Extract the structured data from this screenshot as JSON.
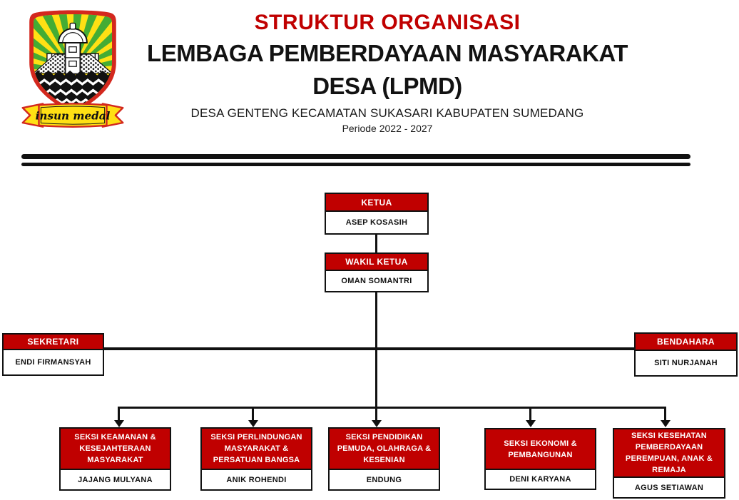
{
  "colors": {
    "accent_red": "#c00000",
    "logo_border_red": "#d3281e",
    "logo_yellow": "#ffe014",
    "logo_green": "#44ac34",
    "line_black": "#111111"
  },
  "logo": {
    "name": "sumedang-coat-of-arms",
    "banner_text": "insun medal"
  },
  "header": {
    "title": "STRUKTUR ORGANISASI",
    "org_line1": "LEMBAGA PEMBERDAYAAN MASYARAKAT",
    "org_line2": "DESA (LPMD)",
    "subtitle": "DESA GENTENG KECAMATAN SUKASARI KABUPATEN SUMEDANG",
    "period": "Periode 2022 - 2027"
  },
  "org": {
    "ketua": {
      "title": "KETUA",
      "name": "ASEP KOSASIH"
    },
    "wakil_ketua": {
      "title": "WAKIL KETUA",
      "name": "OMAN SOMANTRI"
    },
    "sekretari": {
      "title": "SEKRETARI",
      "name": "ENDI FIRMANSYAH"
    },
    "bendahara": {
      "title": "BENDAHARA",
      "name": "SITI NURJANAH"
    },
    "seksi": [
      {
        "title": "SEKSI KEAMANAN & KESEJAHTERAAN MASYARAKAT",
        "name": "JAJANG MULYANA"
      },
      {
        "title": "SEKSI PERLINDUNGAN MASYARAKAT & PERSATUAN BANGSA",
        "name": "ANIK ROHENDI"
      },
      {
        "title": "SEKSI PENDIDIKAN PEMUDA, OLAHRAGA & KESENIAN",
        "name": "ENDUNG"
      },
      {
        "title": "SEKSI EKONOMI & PEMBANGUNAN",
        "name": "DENI KARYANA"
      },
      {
        "title": "SEKSI KESEHATAN PEMBERDAYAAN PEREMPUAN, ANAK & REMAJA",
        "name": "AGUS SETIAWAN"
      }
    ]
  }
}
